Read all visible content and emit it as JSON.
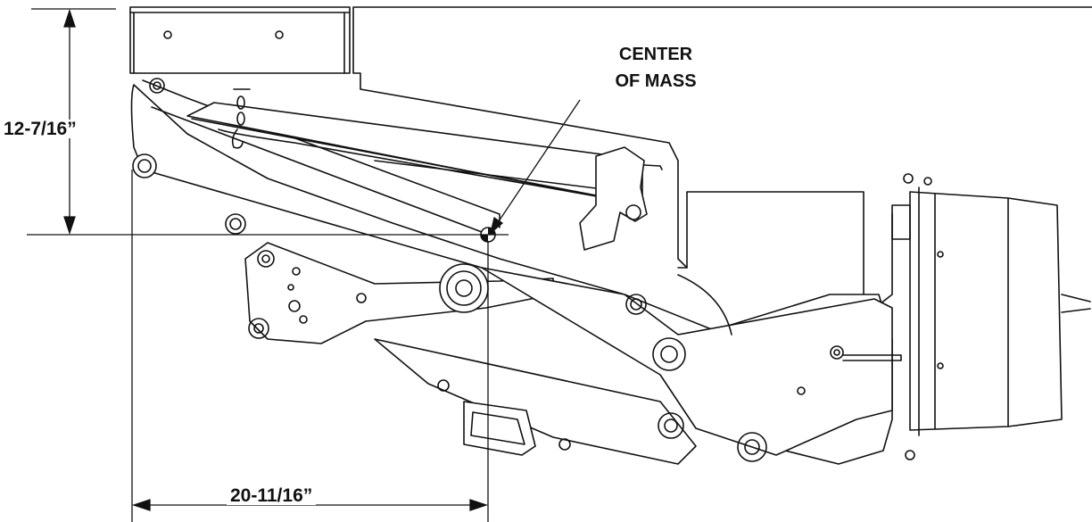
{
  "dimensions": {
    "vertical": "12-7/16”",
    "horizontal": "20-11/16”"
  },
  "callout": {
    "line1": "CENTER",
    "line2": "OF MASS"
  }
}
